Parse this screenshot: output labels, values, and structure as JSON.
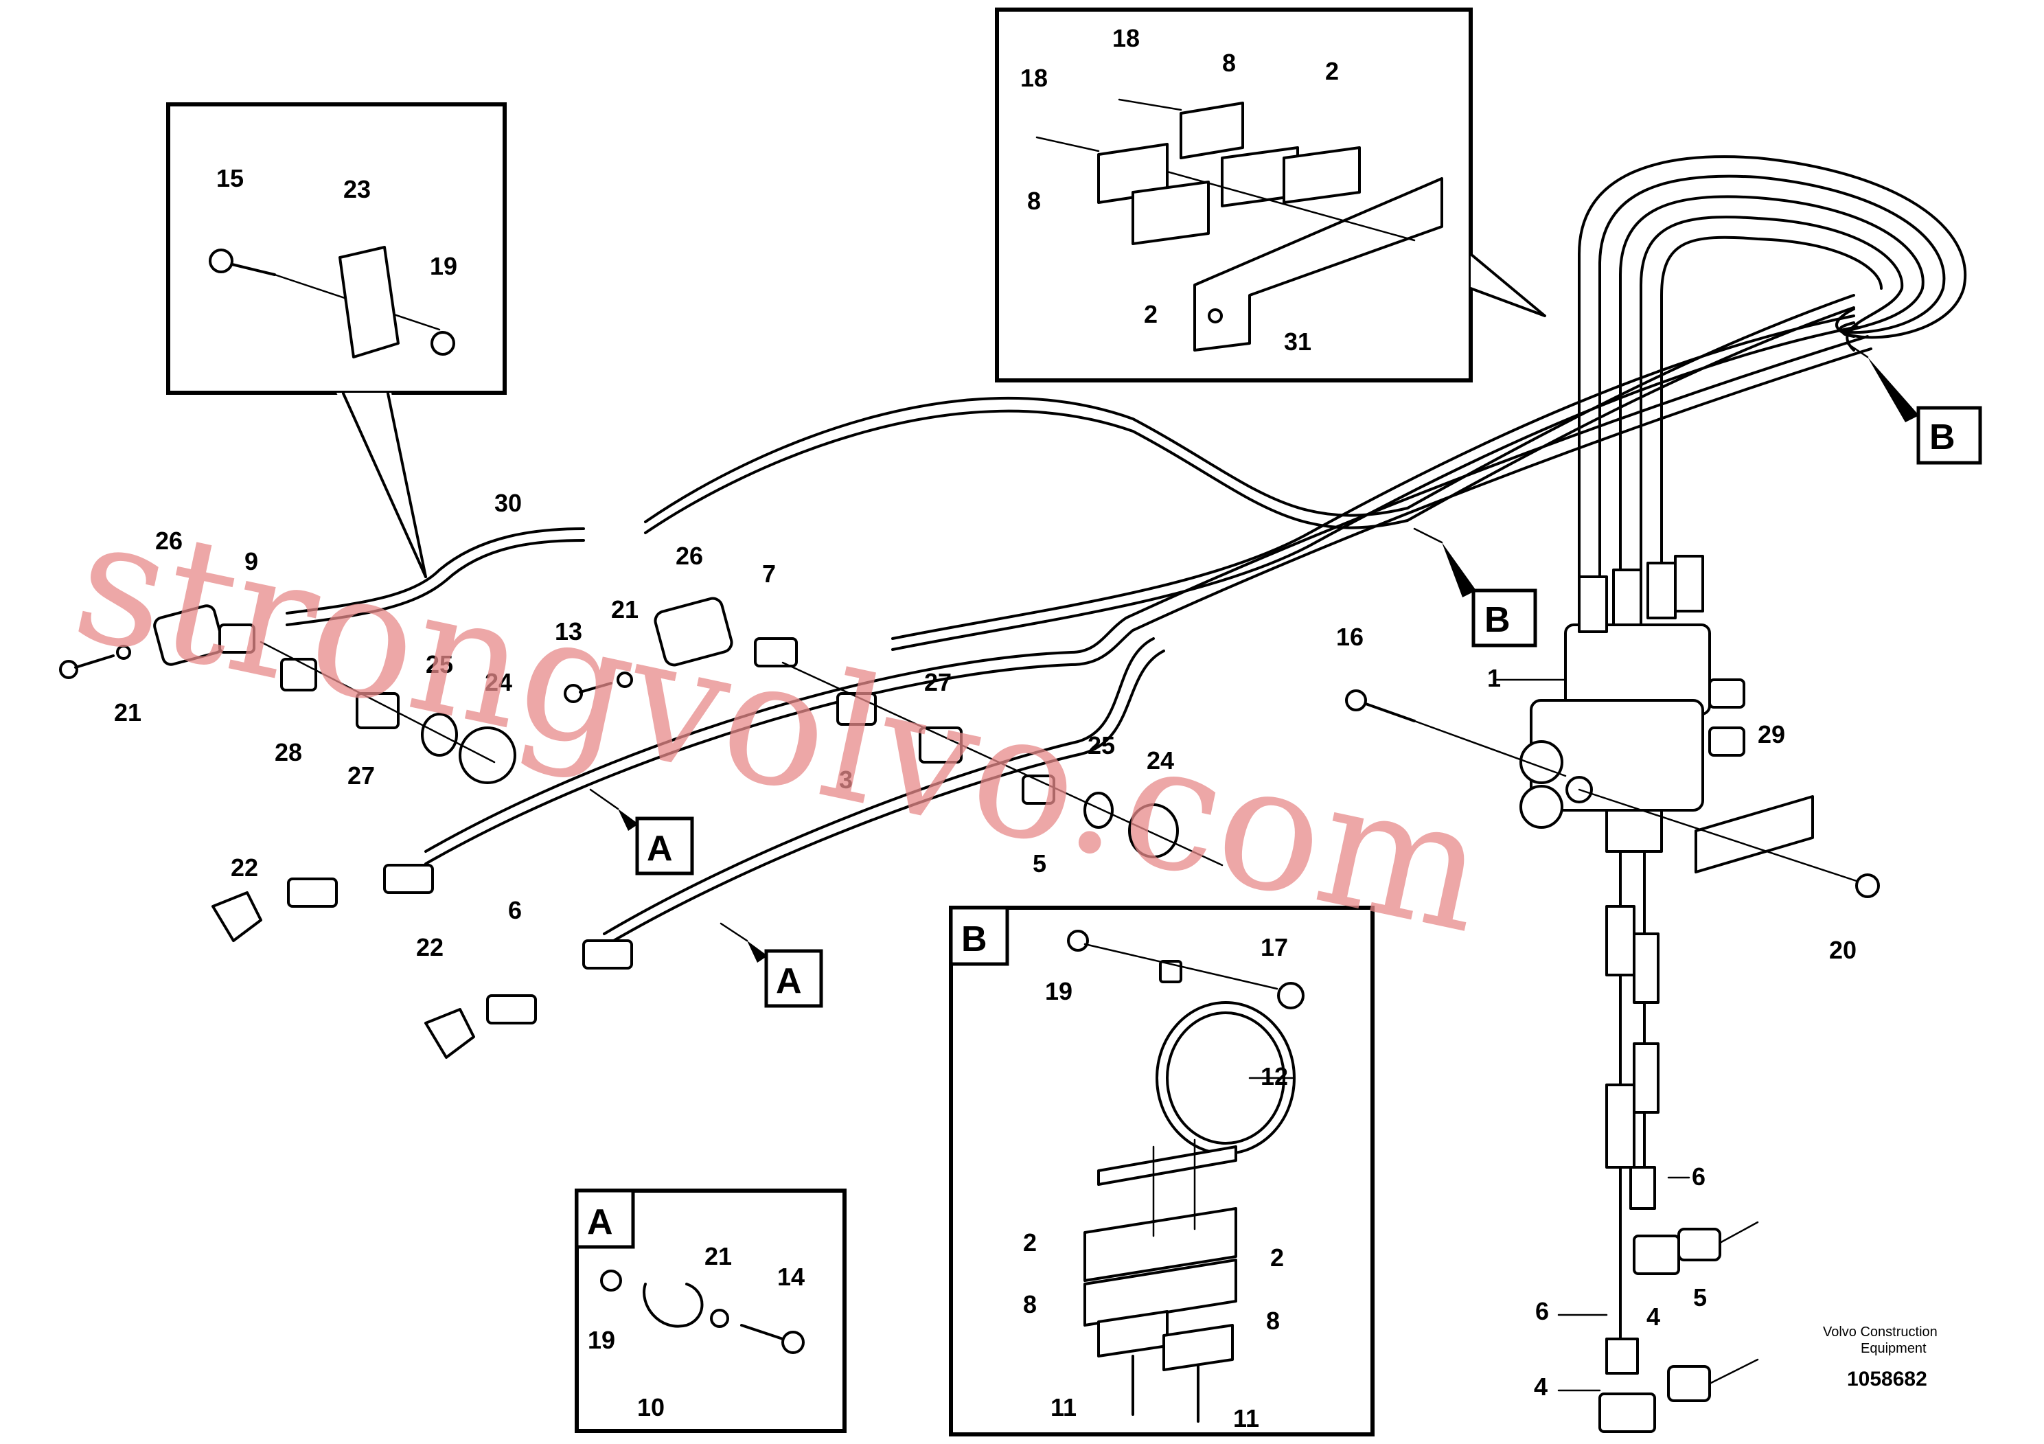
{
  "drawing": {
    "manufacturer_line1": "Volvo Construction",
    "manufacturer_line2": "Equipment",
    "drawing_number": "1058682",
    "watermark": "strongvolvo.com"
  },
  "view_tags": {
    "A": "A",
    "B": "B"
  },
  "callouts": {
    "p1": "1",
    "p2": "2",
    "p3": "3",
    "p4": "4",
    "p5": "5",
    "p6": "6",
    "p7": "7",
    "p8": "8",
    "p9": "9",
    "p10": "10",
    "p11": "11",
    "p12": "12",
    "p13": "13",
    "p14": "14",
    "p15": "15",
    "p16": "16",
    "p17": "17",
    "p18": "18",
    "p19": "19",
    "p20": "20",
    "p21": "21",
    "p22": "22",
    "p23": "23",
    "p24": "24",
    "p25": "25",
    "p26": "26",
    "p27": "27",
    "p28": "28",
    "p29": "29",
    "p30": "30",
    "p31": "31"
  }
}
